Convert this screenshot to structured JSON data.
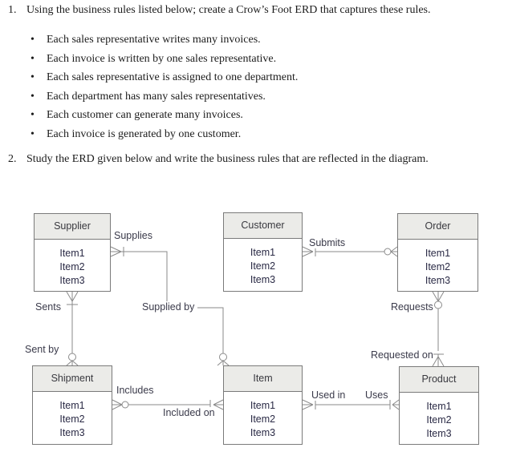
{
  "questions": {
    "q1_number": "1.",
    "q1_text": "Using the business rules listed below; create a Crow’s Foot ERD that captures these rules.",
    "bullet_char": "•",
    "rules": [
      "Each sales representative writes many invoices.",
      "Each invoice is written by one sales representative.",
      "Each sales representative is assigned to one department.",
      "Each department has many sales representatives.",
      "Each customer can generate many invoices.",
      "Each invoice is generated by one customer."
    ],
    "q2_number": "2.",
    "q2_text": "Study the ERD given below and write the business rules that are reflected in the diagram."
  },
  "erd": {
    "entities": {
      "supplier": {
        "name": "Supplier",
        "items": [
          "Item1",
          "Item2",
          "Item3"
        ]
      },
      "customer": {
        "name": "Customer",
        "items": [
          "Item1",
          "Item2",
          "Item3"
        ]
      },
      "order": {
        "name": "Order",
        "items": [
          "Item1",
          "Item2",
          "Item3"
        ]
      },
      "shipment": {
        "name": "Shipment",
        "items": [
          "Item1",
          "Item2",
          "Item3"
        ]
      },
      "item": {
        "name": "Item",
        "items": [
          "Item1",
          "Item2",
          "Item3"
        ]
      },
      "product": {
        "name": "Product",
        "items": [
          "Item1",
          "Item2",
          "Item3"
        ]
      }
    },
    "labels": {
      "supplies": "Supplies",
      "sents": "Sents",
      "sent_by": "Sent by",
      "supplied_by": "Supplied by",
      "submits": "Submits",
      "requests": "Requests",
      "requested_on": "Requested on",
      "includes": "Includes",
      "included_on": "Included on",
      "used_in": "Used in",
      "uses": "Uses"
    },
    "relationships": [
      {
        "labels": [
          "Supplies",
          "Supplied by"
        ],
        "entities": [
          "Supplier",
          "Item"
        ],
        "end_a_symbol": "crowsfoot+bar",
        "end_b_symbol": "circle+crowsfoot"
      },
      {
        "labels": [
          "Sents",
          "Sent by"
        ],
        "entities": [
          "Supplier",
          "Shipment"
        ],
        "end_a_symbol": "crowsfoot+bar",
        "end_b_symbol": "circle+crowsfoot"
      },
      {
        "labels": [
          "Submits"
        ],
        "entities": [
          "Customer",
          "Order"
        ],
        "end_a_symbol": "crowsfoot+bar",
        "end_b_symbol": "circle+crowsfoot"
      },
      {
        "labels": [
          "Requests",
          "Requested on"
        ],
        "entities": [
          "Order",
          "Product"
        ],
        "end_a_symbol": "crowsfoot+circle",
        "end_b_symbol": "bar+crowsfoot"
      },
      {
        "labels": [
          "Includes",
          "Included on"
        ],
        "entities": [
          "Shipment",
          "Item"
        ],
        "end_a_symbol": "crowsfoot+circle",
        "end_b_symbol": "bar+crowsfoot"
      },
      {
        "labels": [
          "Used in",
          "Uses"
        ],
        "entities": [
          "Item",
          "Product"
        ],
        "end_a_symbol": "crowsfoot+bar",
        "end_b_symbol": "bar+crowsfoot"
      }
    ],
    "colors": {
      "entity_header_bg": "#ebebe8",
      "entity_border": "#7a7a7a",
      "connector": "#8a8a8a",
      "entity_item_text": "#2a2a45",
      "label_text": "#3a3a4a",
      "document_text": "#1c1c1c"
    }
  }
}
